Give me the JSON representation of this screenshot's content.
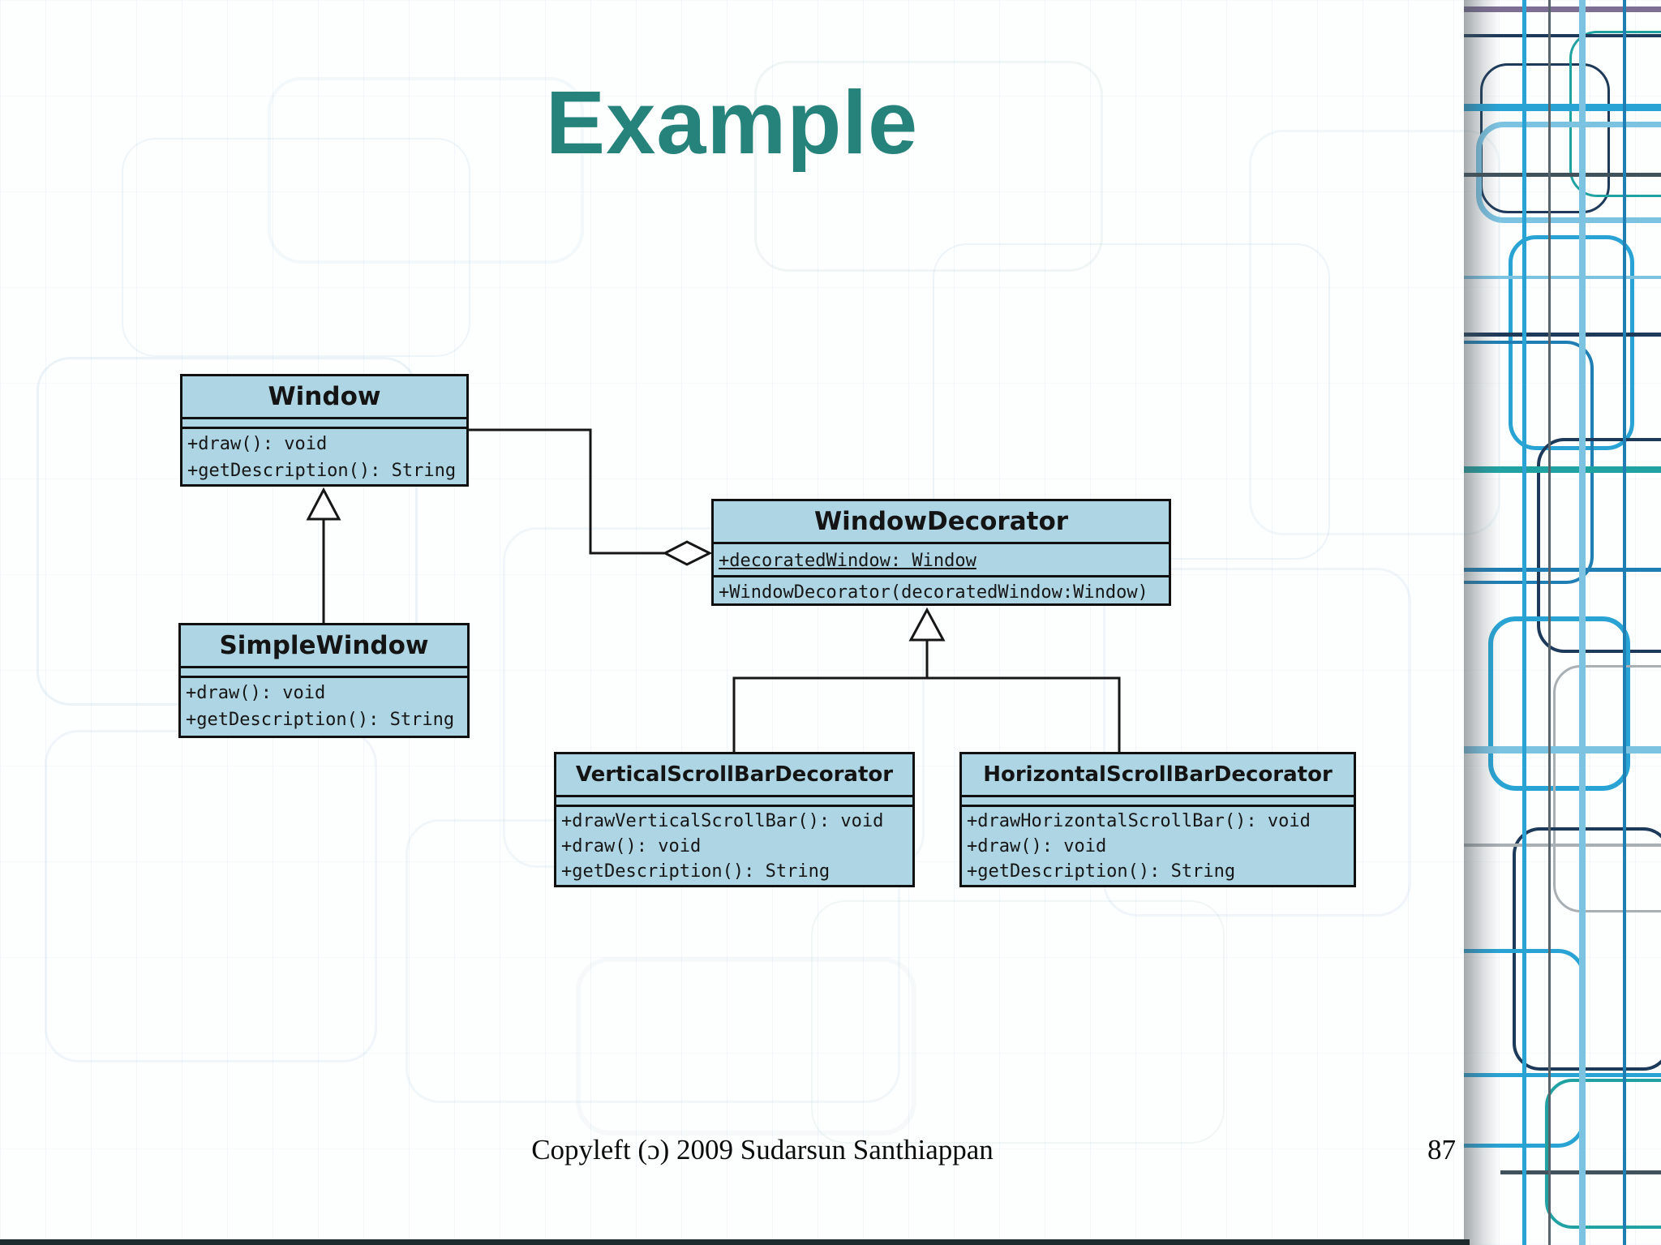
{
  "slide": {
    "title": "Example",
    "footer": "Copyleft (ɔ) 2009 Sudarsun Santhiappan",
    "page_number": "87"
  },
  "diagram": {
    "type": "uml-class-diagram",
    "pattern": "Decorator",
    "classes": [
      {
        "name": "Window",
        "attributes": [],
        "methods": [
          "+draw(): void",
          "+getDescription(): String"
        ]
      },
      {
        "name": "SimpleWindow",
        "attributes": [],
        "methods": [
          "+draw(): void",
          "+getDescription(): String"
        ]
      },
      {
        "name": "WindowDecorator",
        "attributes": [
          "+decoratedWindow: Window"
        ],
        "methods": [
          "+WindowDecorator(decoratedWindow:Window)"
        ]
      },
      {
        "name": "VerticalScrollBarDecorator",
        "attributes": [],
        "methods": [
          "+drawVerticalScrollBar(): void",
          "+draw(): void",
          "+getDescription(): String"
        ]
      },
      {
        "name": "HorizontalScrollBarDecorator",
        "attributes": [],
        "methods": [
          "+drawHorizontalScrollBar(): void",
          "+draw(): void",
          "+getDescription(): String"
        ]
      }
    ],
    "relationships": [
      {
        "type": "generalization",
        "from": "SimpleWindow",
        "to": "Window"
      },
      {
        "type": "aggregation",
        "from": "WindowDecorator",
        "to": "Window"
      },
      {
        "type": "generalization",
        "from": "VerticalScrollBarDecorator",
        "to": "WindowDecorator"
      },
      {
        "type": "generalization",
        "from": "HorizontalScrollBarDecorator",
        "to": "WindowDecorator"
      }
    ]
  },
  "colors": {
    "accent_teal": "#26837b",
    "class_fill": "#aed5e4",
    "class_border": "#101010",
    "strip_cyan": "#29a3d4",
    "strip_navy": "#1d3a5a"
  }
}
